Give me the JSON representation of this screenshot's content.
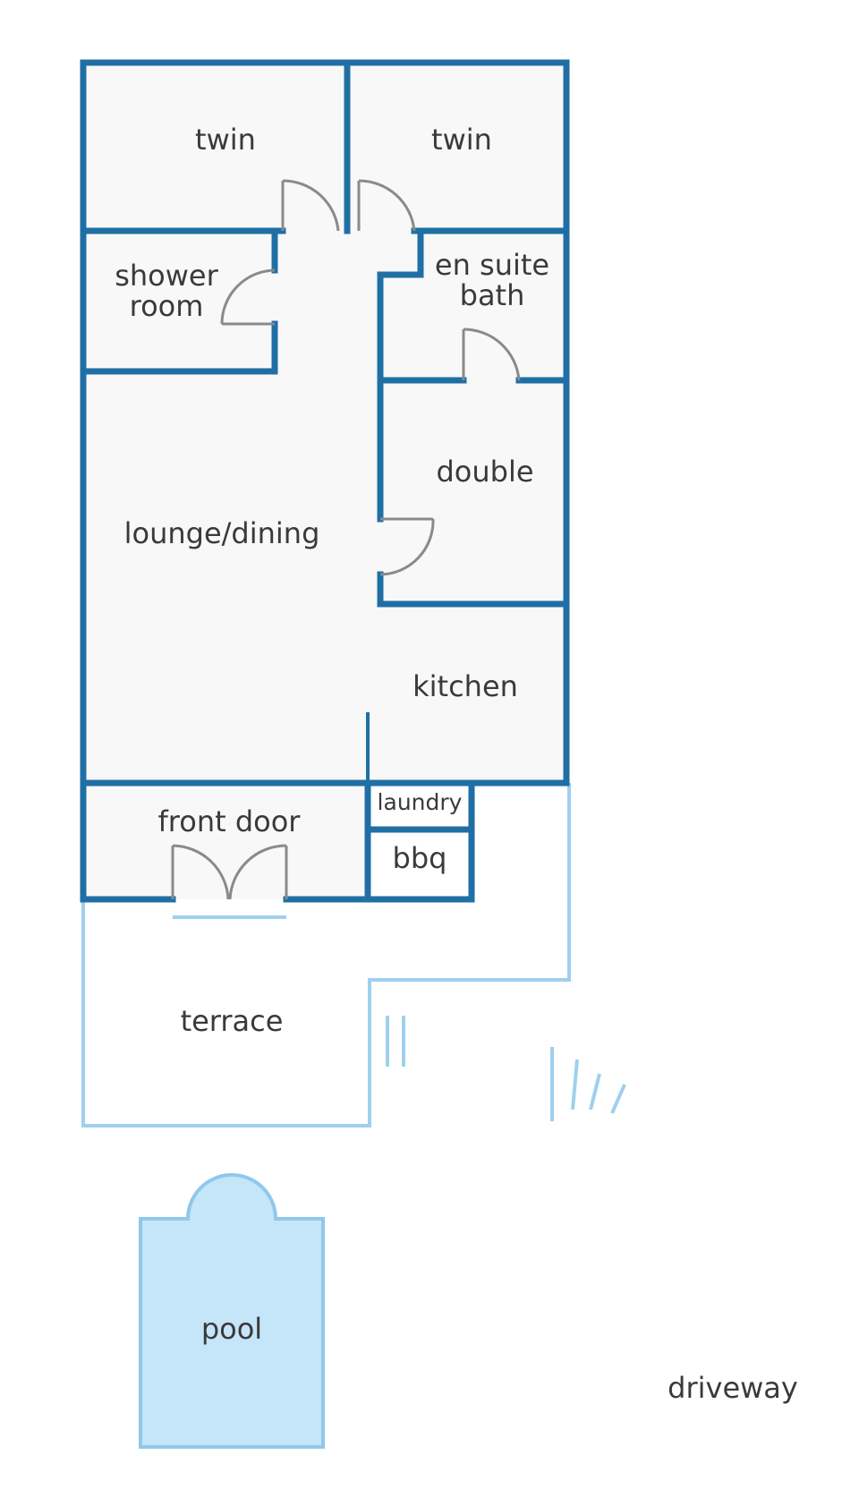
{
  "rooms": {
    "twin_left": "twin",
    "twin_right": "twin",
    "shower_room": [
      "shower",
      "room"
    ],
    "en_suite_bath": [
      "en suite",
      "bath"
    ],
    "double": "double",
    "lounge_dining": "lounge/dining",
    "kitchen": "kitchen",
    "front_door": "front door",
    "laundry": "laundry",
    "bbq": "bbq",
    "terrace": "terrace",
    "pool": "pool",
    "driveway": "driveway"
  },
  "colors": {
    "wall": "#1f6fa5",
    "floor": "#f8f8f8",
    "outdoor_outline": "#9fd0ee",
    "pool_fill": "#c5e6f8",
    "pool_outline": "#8fc8ea",
    "door": "#8a8a8a",
    "text": "#3a3a3a"
  }
}
